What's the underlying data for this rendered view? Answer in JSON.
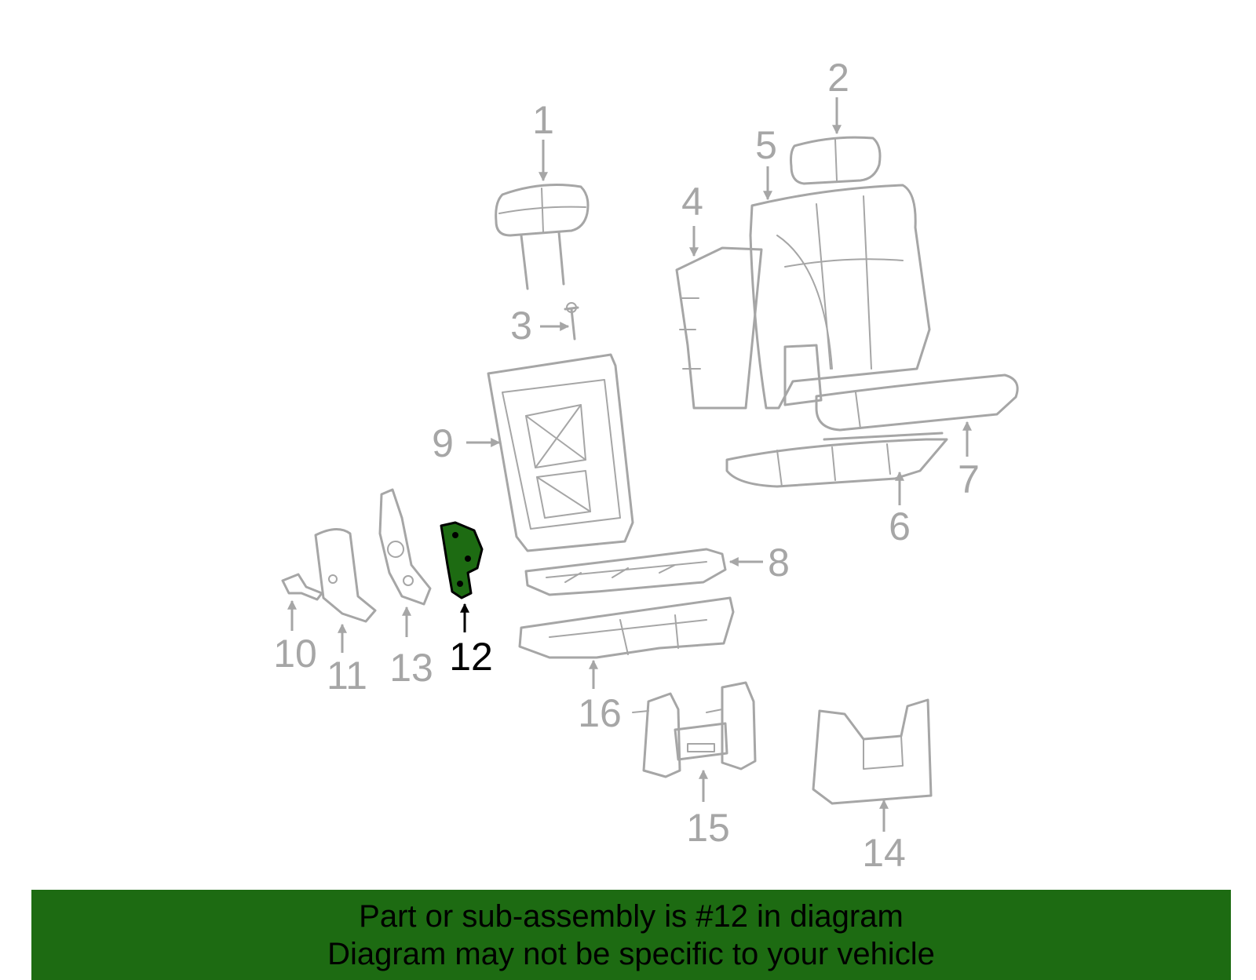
{
  "highlight_color": "#1d6b12",
  "callout_color": "#a6a6a6",
  "callouts": {
    "c1": "1",
    "c2": "2",
    "c3": "3",
    "c4": "4",
    "c5": "5",
    "c6": "6",
    "c7": "7",
    "c8": "8",
    "c9": "9",
    "c10": "10",
    "c11": "11",
    "c12": "12",
    "c13": "13",
    "c14": "14",
    "c15": "15",
    "c16": "16"
  },
  "highlighted_part": "12",
  "banner": {
    "line1": "Part or sub-assembly is #12 in diagram",
    "line2": "Diagram may not be specific to your vehicle"
  }
}
